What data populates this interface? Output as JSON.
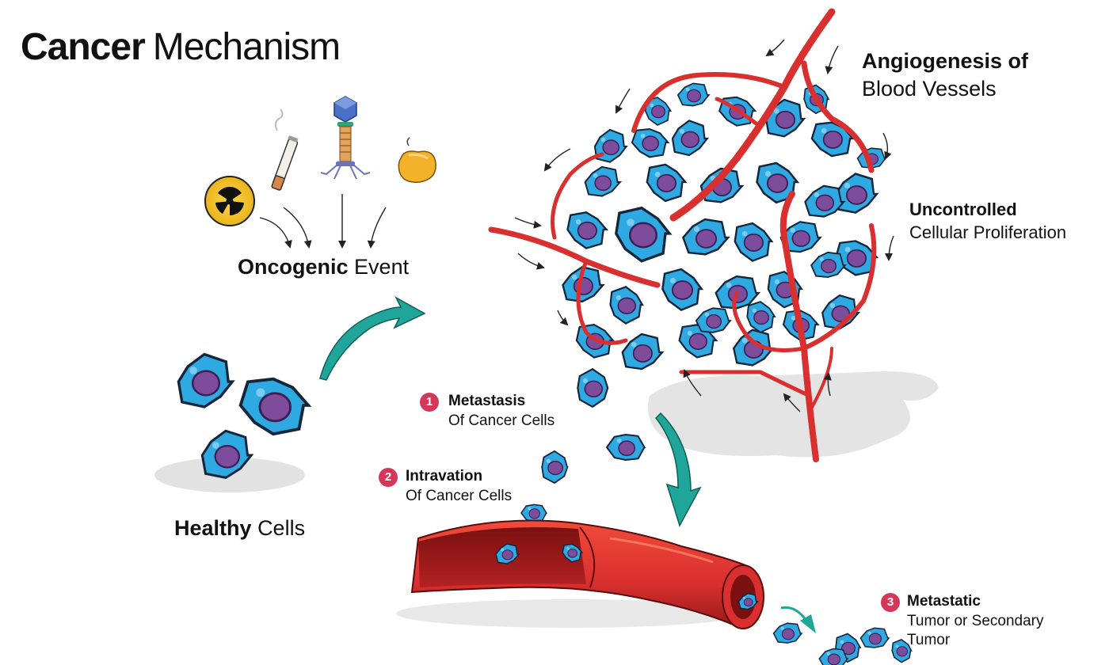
{
  "title": {
    "bold": "Cancer",
    "light": "Mechanism"
  },
  "oncogenic": {
    "bold": "Oncogenic",
    "light": "Event"
  },
  "healthy": {
    "bold": "Healthy",
    "light": "Cells"
  },
  "angiogenesis": {
    "line1": "Angiogenesis of",
    "line2": "Blood Vessels"
  },
  "proliferation": {
    "line1": "Uncontrolled",
    "line2": "Cellular Proliferation"
  },
  "steps": [
    {
      "number": "1",
      "title": "Metastasis",
      "subtitle": "Of Cancer Cells"
    },
    {
      "number": "2",
      "title": "Intravation",
      "subtitle": "Of Cancer Cells"
    },
    {
      "number": "3",
      "title": "Metastatic",
      "subtitle": "Tumor or Secondary",
      "subtitle2": "Tumor"
    }
  ],
  "colors": {
    "cell": "#2fa9e1",
    "cell_outline": "#14263a",
    "nucleus": "#7d4d9c",
    "vessel": "#d92f2f",
    "accent_arrow": "#1fa59a",
    "step_badge": "#d6365a"
  },
  "icons": [
    "radiation-icon",
    "cigarette-icon",
    "virus-icon",
    "chemical-icon"
  ]
}
